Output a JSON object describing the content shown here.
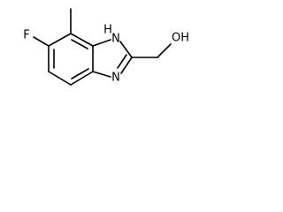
{
  "structure": {
    "atom_labels": {
      "fluorine": "F",
      "nh": "H",
      "n_of_nh": "N",
      "n_ring": "N",
      "hydroxyl": "OH"
    },
    "colors": {
      "bond": "#000000",
      "label": "#000000",
      "background": "#ffffff"
    }
  }
}
